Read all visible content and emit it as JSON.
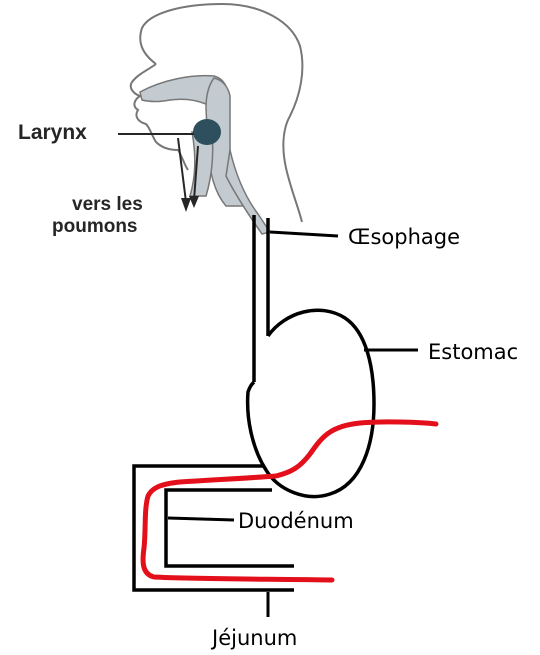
{
  "labels": {
    "larynx": "Larynx",
    "vers_les": "vers les",
    "poumons": "poumons",
    "oesophage": "Œsophage",
    "estomac": "Estomac",
    "duodenum": "Duodénum",
    "jejunum": "Jéjunum"
  },
  "colors": {
    "outline": "#000000",
    "airway_fill": "#c3cbd0",
    "larynx_fill": "#2e4f5e",
    "path_red": "#e3101b",
    "head_outline": "#777777"
  }
}
